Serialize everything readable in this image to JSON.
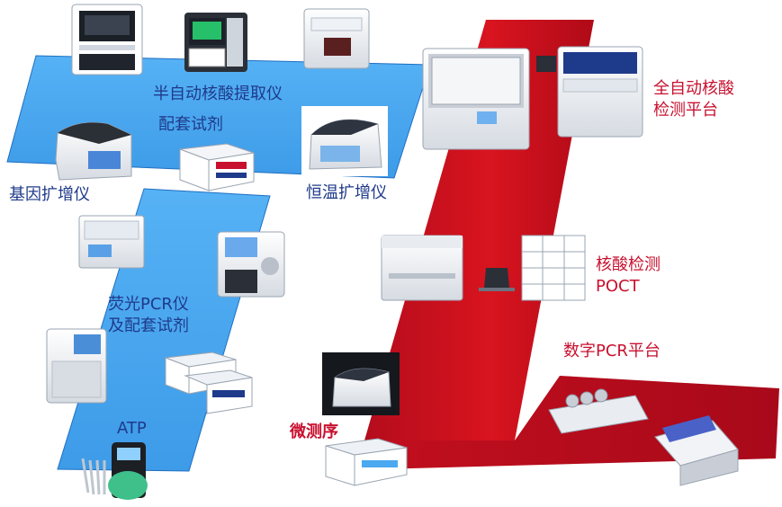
{
  "labels": {
    "semi_auto_extractor": "半自动核酸提取仪",
    "matching_reagent": "配套试剂",
    "gene_amplifier": "基因扩增仪",
    "thermostatic_amplifier": "恒温扩增仪",
    "fluorescent_pcr_line1": "荧光PCR仪",
    "fluorescent_pcr_line2": "及配套试剂",
    "atp": "ATP",
    "full_auto_line1": "全自动核酸",
    "full_auto_line2": "检测平台",
    "poct_line1": "核酸检测",
    "poct_line2": "POCT",
    "digital_pcr": "数字PCR平台",
    "micro_sequencing": "微测序"
  },
  "colors": {
    "blue_panel": "#4aa9f0",
    "red_band": "#cc1122",
    "blue_text": "#1e3a8a",
    "red_text": "#c8102e"
  }
}
